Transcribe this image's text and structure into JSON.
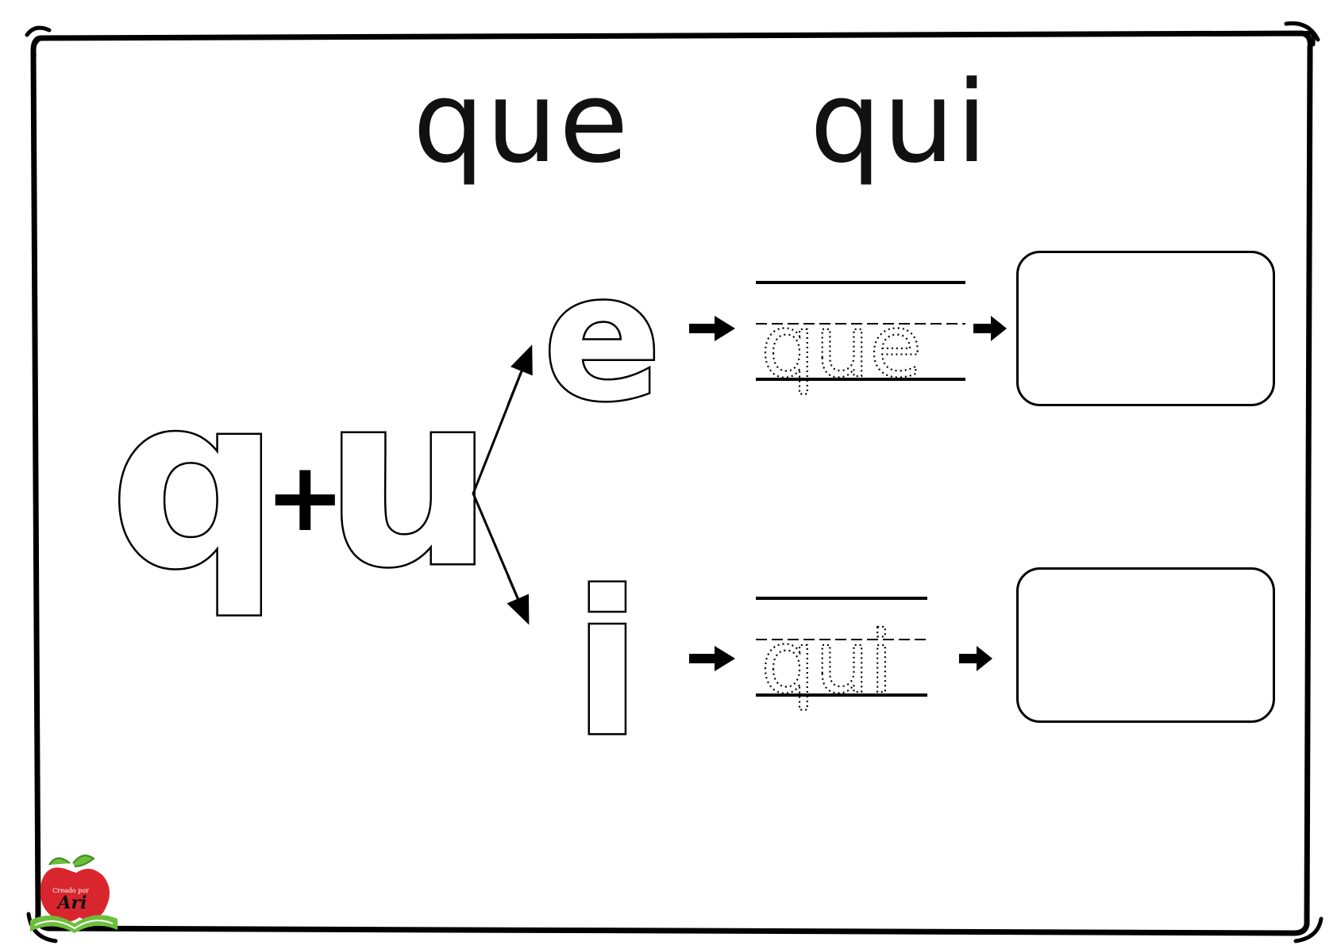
{
  "headings": {
    "left": "que",
    "right": "qui"
  },
  "formula": {
    "first_letter": "q",
    "plus": "+",
    "second_letter": "u"
  },
  "rows": [
    {
      "vowel": "e",
      "trace_word": "que"
    },
    {
      "vowel": "i",
      "trace_word": "qui"
    }
  ],
  "logo": {
    "caption": "Creado por",
    "name": "Ari"
  },
  "colors": {
    "ink": "#000000",
    "paper": "#ffffff",
    "logo_red": "#d9262e",
    "logo_green": "#6cbf3a"
  }
}
